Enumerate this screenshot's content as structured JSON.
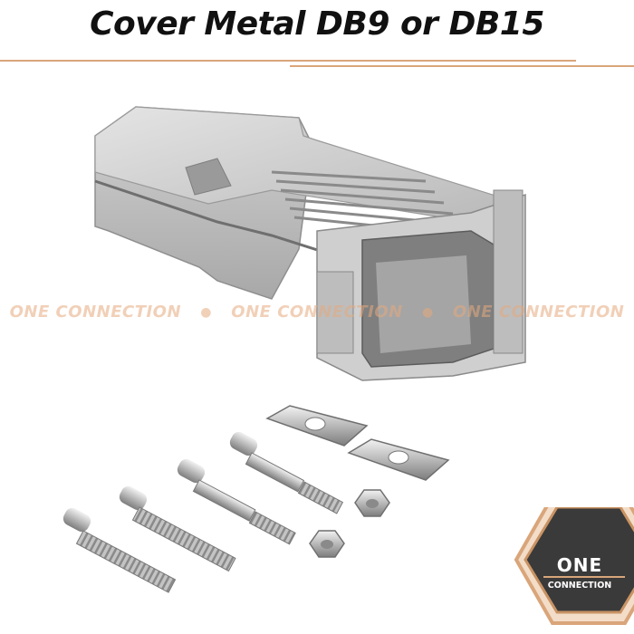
{
  "title": "Cover Metal DB9 or DB15",
  "watermark": {
    "text": "ONE CONNECTION",
    "separator": "●",
    "repeat": 3,
    "color": "#e6aa7d"
  },
  "logo": {
    "line1": "ONE",
    "line2": "CONNECTION",
    "colors": {
      "hex_fill": "#3a3a3a",
      "accent": "#d9a57a"
    }
  },
  "colors": {
    "rule": "#d9a57a",
    "title": "#111111"
  }
}
